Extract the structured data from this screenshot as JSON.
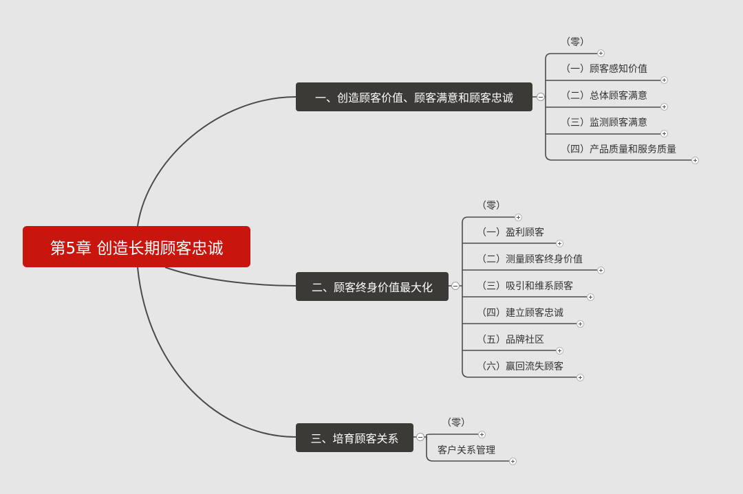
{
  "root": {
    "label": "第5章 创造长期顾客忠诚"
  },
  "branches": [
    {
      "label": "一、创造顾客价值、顾客满意和顾客忠诚",
      "children": [
        "（零）",
        "（一）顾客感知价值",
        "（二）总体顾客满意",
        "（三）监测顾客满意",
        "（四）产品质量和服务质量"
      ]
    },
    {
      "label": "二、顾客终身价值最大化",
      "children": [
        "（零）",
        "（一）盈利顾客",
        "（二）测量顾客终身价值",
        "（三）吸引和维系顾客",
        "（四）建立顾客忠诚",
        "（五）品牌社区",
        "（六）赢回流失顾客"
      ]
    },
    {
      "label": "三、培育顾客关系",
      "children": [
        "（零）",
        "客户关系管理"
      ]
    }
  ],
  "colors": {
    "background": "#e6e6e6",
    "root": "#c8160e",
    "branch": "#3b3a36",
    "line": "#4a4a4a"
  }
}
